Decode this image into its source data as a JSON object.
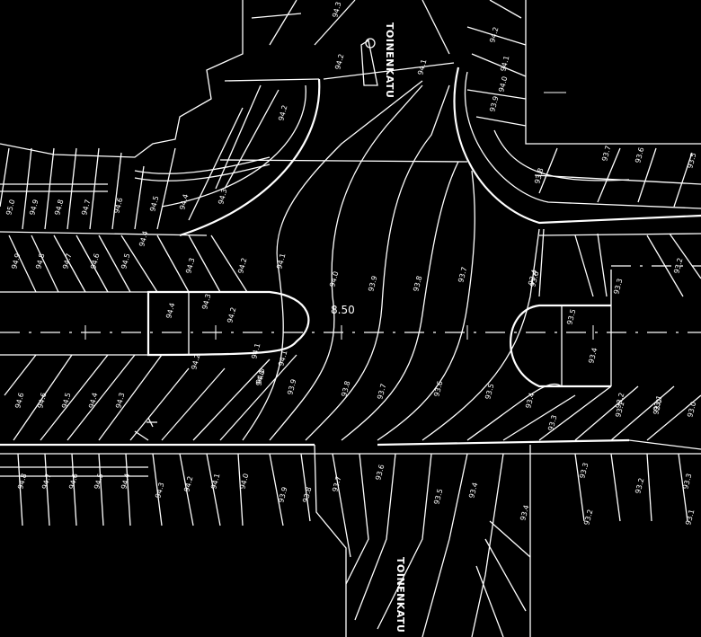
{
  "streets": {
    "north": "TOINENKATU",
    "south": "TOINENKATU"
  },
  "center_label": "8.50",
  "contours": {
    "left_upper_row": [
      "95.0",
      "94.9",
      "94.8",
      "94.7",
      "94.6",
      "94.5",
      "94.4",
      "94.3"
    ],
    "left_lower_row": [
      "94.9",
      "94.8",
      "94.7",
      "94.6",
      "94.5",
      "94.4",
      "94.3",
      "94.2"
    ],
    "island": [
      "94.4",
      "94.3",
      "94.2"
    ],
    "left_band": [
      "94.1",
      "94.0",
      "94.1",
      "94.2",
      "94.6",
      "94.6",
      "94.5",
      "94.4",
      "94.3"
    ],
    "center": [
      "94.1",
      "94.0",
      "93.9",
      "93.8",
      "93.7",
      "93.6"
    ],
    "south_band": [
      "94.0",
      "93.9",
      "93.8",
      "93.7",
      "93.6",
      "93.5",
      "93.4",
      "93.3",
      "93.2",
      "93.1",
      "93.0"
    ],
    "bottom_left_row": [
      "94.8",
      "94.7",
      "94.6",
      "94.5",
      "94.4",
      "94.3",
      "94.2",
      "94.1",
      "94.0",
      "93.9",
      "93.8"
    ],
    "south_street": [
      "93.7",
      "93.6",
      "93.5",
      "93.4",
      "93.4",
      "93.3",
      "93.2",
      "93.3"
    ],
    "north_street": [
      "94.3",
      "94.2",
      "94.2",
      "94.1",
      "94.2",
      "94.1",
      "94.0",
      "93.9"
    ],
    "right_side": [
      "93.8",
      "93.7",
      "93.6",
      "93.5",
      "93.4",
      "93.5",
      "93.4",
      "93.3",
      "93.2",
      "93.1",
      "93.0",
      "93.2",
      "93.1"
    ]
  }
}
